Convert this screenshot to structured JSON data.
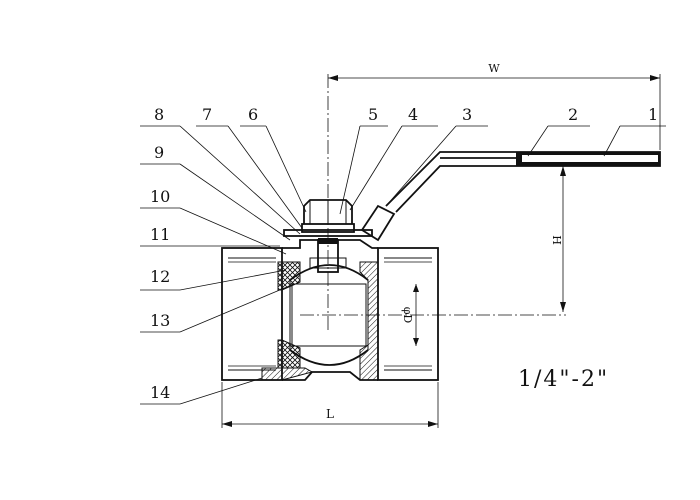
{
  "diagram": {
    "callouts": [
      {
        "id": "1",
        "label": "1"
      },
      {
        "id": "2",
        "label": "2"
      },
      {
        "id": "3",
        "label": "3"
      },
      {
        "id": "4",
        "label": "4"
      },
      {
        "id": "5",
        "label": "5"
      },
      {
        "id": "6",
        "label": "6"
      },
      {
        "id": "7",
        "label": "7"
      },
      {
        "id": "8",
        "label": "8"
      },
      {
        "id": "9",
        "label": "9"
      },
      {
        "id": "10",
        "label": "10"
      },
      {
        "id": "11",
        "label": "11"
      },
      {
        "id": "12",
        "label": "12"
      },
      {
        "id": "13",
        "label": "13"
      },
      {
        "id": "14",
        "label": "14"
      }
    ],
    "dimensions": {
      "width": "W",
      "height": "H",
      "diameter": "φD",
      "length": "L"
    },
    "size_range": "1/4\"-2\""
  }
}
